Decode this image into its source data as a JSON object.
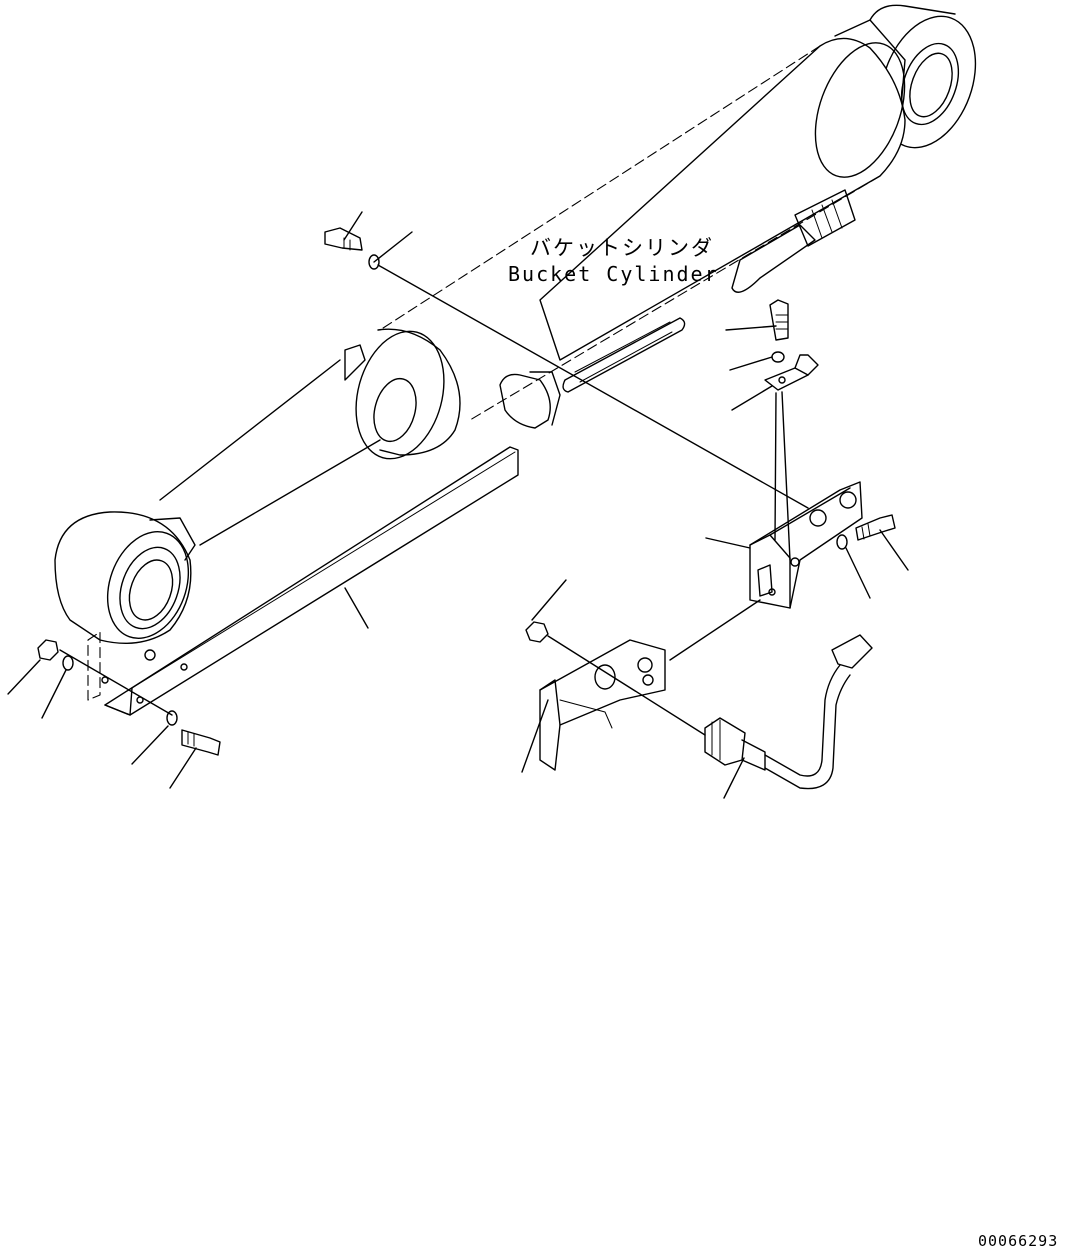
{
  "diagram": {
    "label_japanese": "バケットシリンダ",
    "label_english": "Bucket Cylinder",
    "drawing_code": "00066293"
  },
  "colors": {
    "line": "#000000",
    "background": "#ffffff"
  },
  "parts": [
    "bucket-cylinder",
    "cylinder-rod",
    "rod-eye",
    "head-eye",
    "guard-plate",
    "sensor-bracket",
    "clamp-bracket",
    "proximity-sensor",
    "sensor-cable",
    "bolt",
    "washer",
    "nut",
    "clip"
  ]
}
